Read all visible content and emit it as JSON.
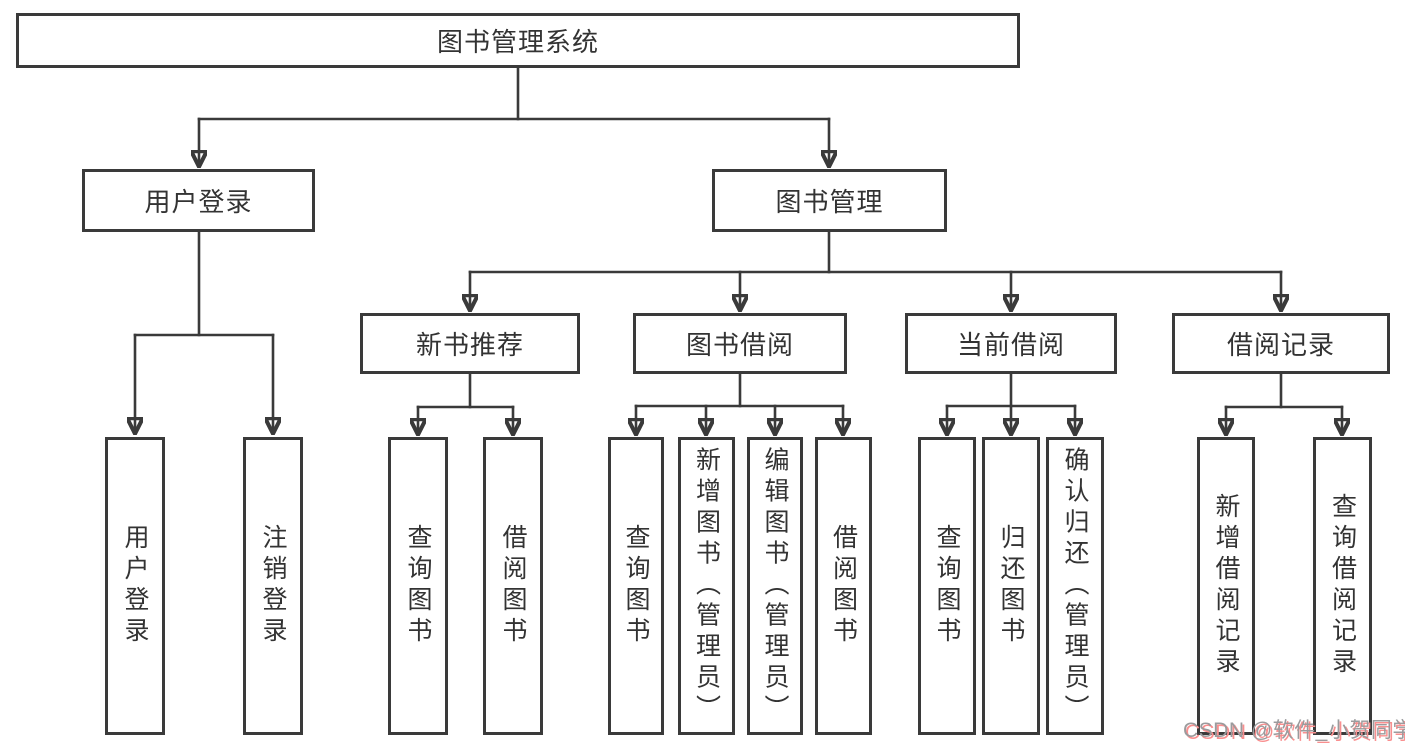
{
  "diagram": {
    "root": {
      "label": "图书管理系统"
    },
    "level2": [
      {
        "label": "用户登录"
      },
      {
        "label": "图书管理"
      }
    ],
    "level3": [
      {
        "label": "新书推荐"
      },
      {
        "label": "图书借阅"
      },
      {
        "label": "当前借阅"
      },
      {
        "label": "借阅记录"
      }
    ],
    "leaves_user_login": [
      {
        "label": "用户登录"
      },
      {
        "label": "注销登录"
      }
    ],
    "leaves_new_book": [
      {
        "label": "查询图书"
      },
      {
        "label": "借阅图书"
      }
    ],
    "leaves_borrow": [
      {
        "label": "查询图书"
      },
      {
        "label": "新增图书（管理员）"
      },
      {
        "label": "编辑图书（管理员）"
      },
      {
        "label": "借阅图书"
      }
    ],
    "leaves_current": [
      {
        "label": "查询图书"
      },
      {
        "label": "归还图书"
      },
      {
        "label": "确认归还（管理员）"
      }
    ],
    "leaves_records": [
      {
        "label": "新增借阅记录"
      },
      {
        "label": "查询借阅记录"
      }
    ]
  },
  "watermark": {
    "text": "CSDN @软件_小贺同学"
  },
  "colors": {
    "line": "#3a3a3a",
    "box_border": "#3a3a3a",
    "text": "#333333",
    "background": "#ffffff",
    "watermark_text": "#9b9b9d",
    "watermark_shadow": "#f98f8f"
  }
}
